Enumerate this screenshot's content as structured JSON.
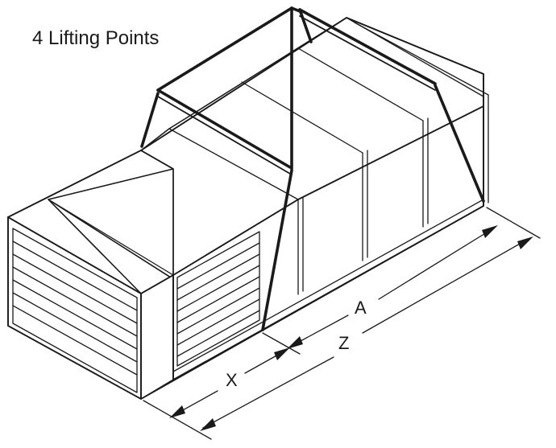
{
  "diagram": {
    "title": "4 Lifting Points",
    "dimensions": {
      "a": "A",
      "z": "Z",
      "x": "X"
    }
  },
  "colors": {
    "line": "#1a1a1a",
    "background": "#ffffff"
  }
}
